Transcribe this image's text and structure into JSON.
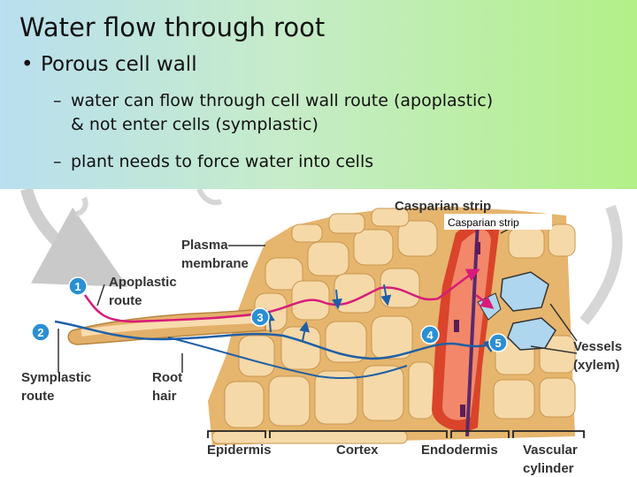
{
  "slide": {
    "title": "Water flow through root",
    "bullet": "Porous cell wall",
    "sub_bullets": [
      {
        "line1": "water can flow through cell wall route (apoplastic)",
        "line2": "& not enter cells (symplastic)"
      },
      {
        "line1": "plant needs to force water into cells"
      }
    ]
  },
  "diagram": {
    "labels": {
      "casparian_strip": "Casparian strip",
      "casparian_strip_overlay": "Casparian strip",
      "plasma": "Plasma",
      "membrane": "membrane",
      "apoplastic": "Apoplastic",
      "route_a": "route",
      "symplastic": "Symplastic",
      "route_s": "route",
      "root": "Root",
      "hair": "hair",
      "vessels": "Vessels",
      "xylem": "(xylem)",
      "epidermis": "Epidermis",
      "cortex": "Cortex",
      "endodermis": "Endodermis",
      "vascular": "Vascular",
      "cylinder": "cylinder"
    },
    "markers": [
      "1",
      "2",
      "3",
      "4",
      "5"
    ],
    "colors": {
      "apoplastic_route": "#d81b7a",
      "symplastic_route": "#1f5fa6",
      "marker": "#2a8fd4",
      "cell_wall": "#e8b872",
      "cell_fill": "#f7dcae",
      "endodermis": "#d9442a",
      "vessel": "#aed6ee"
    }
  }
}
